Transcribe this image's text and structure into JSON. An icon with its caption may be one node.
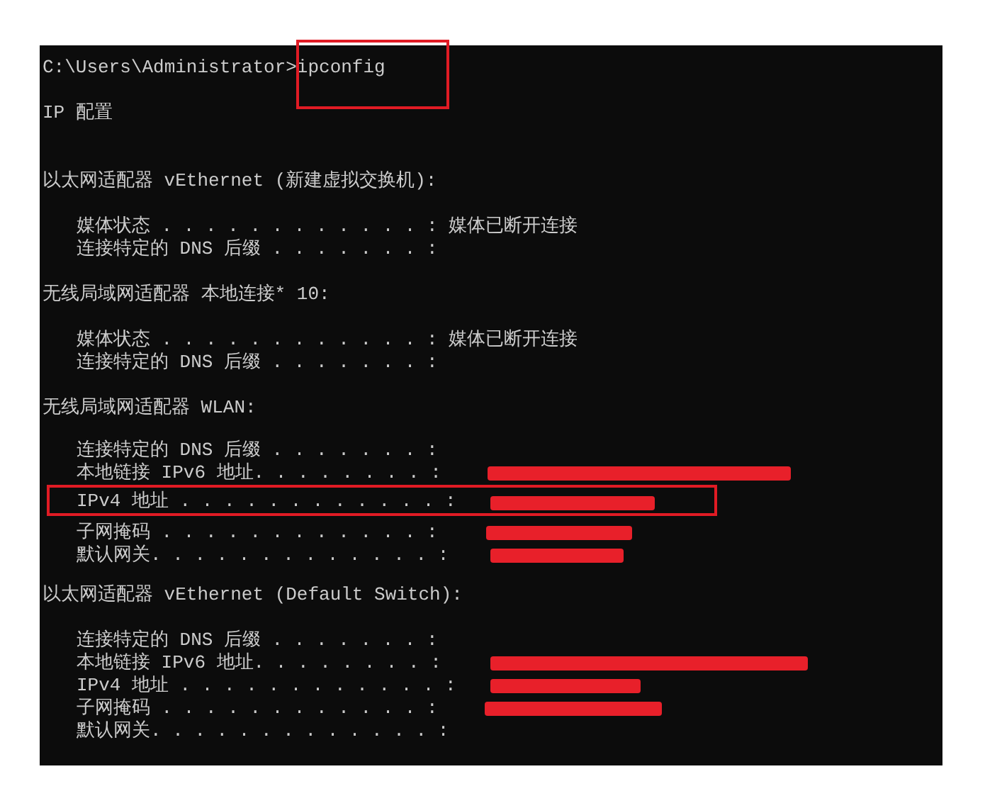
{
  "diagram": {
    "labels": [
      "C:\\Users\\Administrator>ipconfig",
      "IP 配置",
      "以太网适配器 vEthernet (新建虚拟交换机):",
      "媒体状态 . . . . . . . . . . . . : 媒体已断开连接",
      "连接特定的 DNS 后缀 . . . . . . . :",
      "无线局域网适配器 本地连接* 10:",
      "媒体状态 . . . . . . . . . . . . : 媒体已断开连接",
      "连接特定的 DNS 后缀 . . . . . . . :",
      "无线局域网适配器 WLAN:",
      "连接特定的 DNS 后缀 . . . . . . . :",
      "本地链接 IPv6 地址. . . . . . . . :",
      "IPv4 地址 . . . . . . . . . . . . :",
      "子网掩码 . . . . . . . . . . . . :",
      "默认网关. . . . . . . . . . . . . :",
      "以太网适配器 vEthernet (Default Switch):",
      "连接特定的 DNS 后缀 . . . . . . . :",
      "本地链接 IPv6 地址. . . . . . . . :",
      "IPv4 地址 . . . . . . . . . . . . :",
      "子网掩码 . . . . . . . . . . . . :",
      "默认网关. . . . . . . . . . . . . :"
    ]
  }
}
